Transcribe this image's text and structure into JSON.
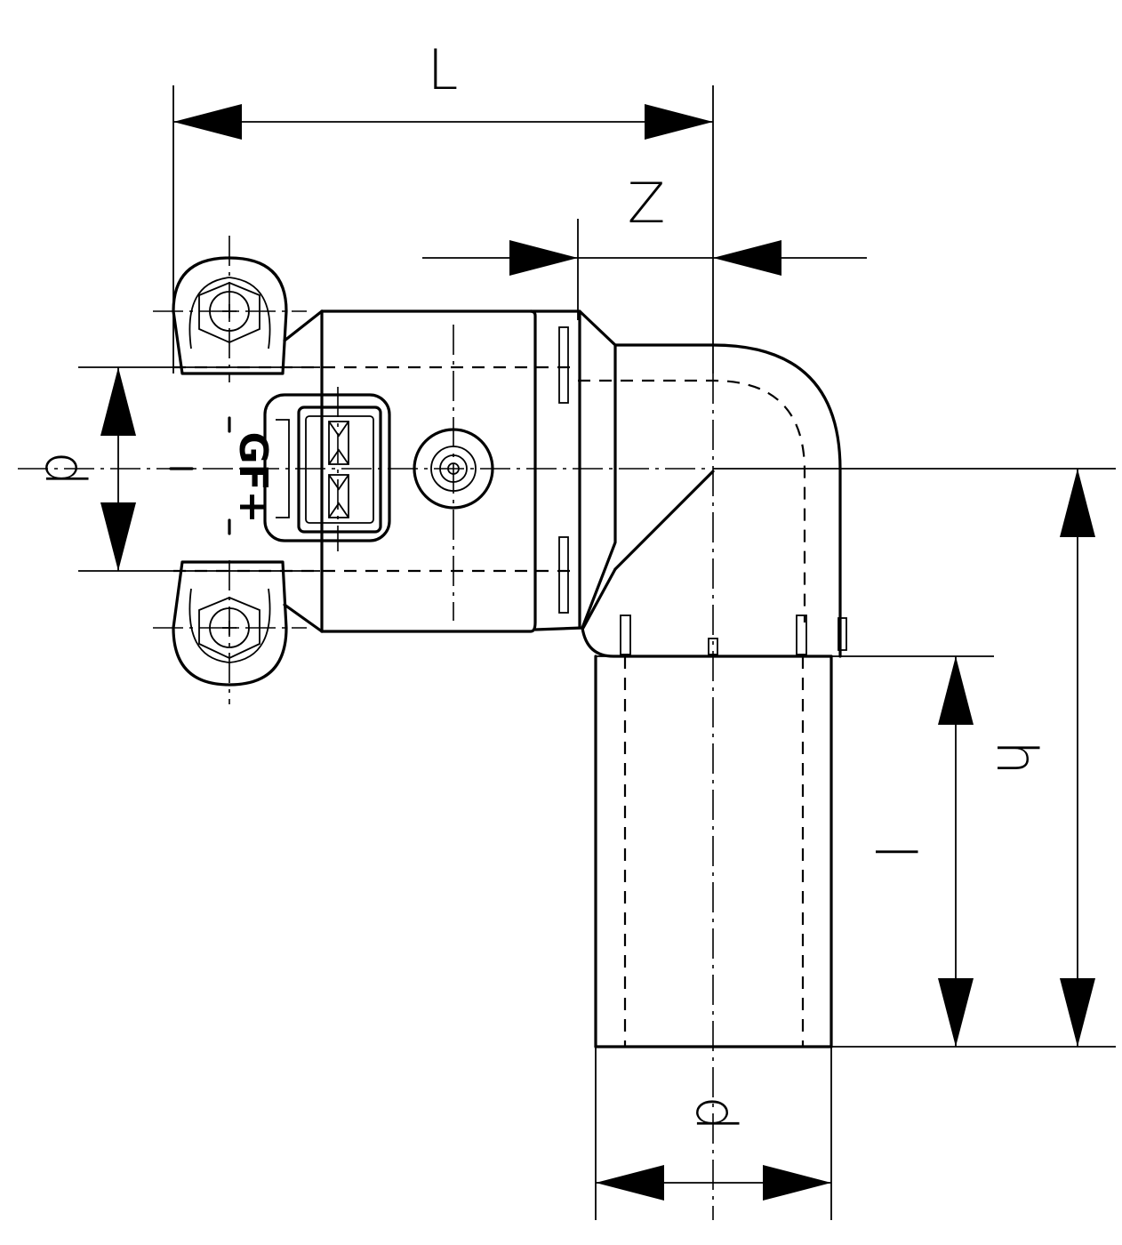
{
  "drawing": {
    "labels": {
      "overall_length": "L",
      "z_dimension": "Z",
      "pipe_diameter_horizontal": "d",
      "pipe_diameter_vertical": "d",
      "height": "h",
      "insertion_length": "l"
    },
    "logo": "GF+",
    "colors": {
      "line": "#000000",
      "background": "#ffffff"
    }
  }
}
